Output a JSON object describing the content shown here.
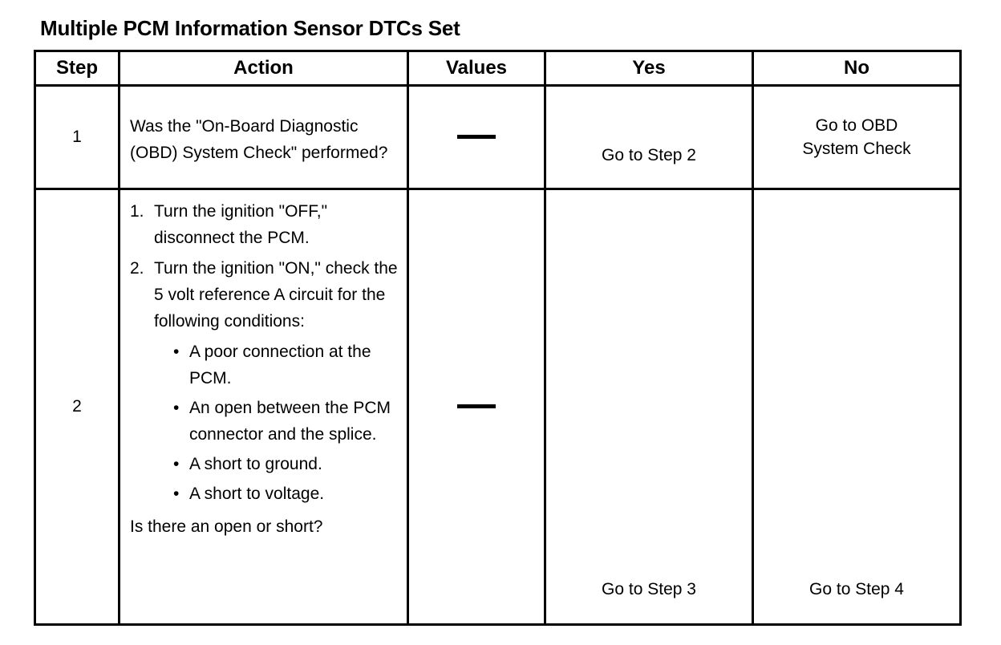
{
  "document": {
    "title": "Multiple PCM Information Sensor DTCs Set"
  },
  "table": {
    "columns": [
      "Step",
      "Action",
      "Values",
      "Yes",
      "No"
    ],
    "rows": [
      {
        "step": "1",
        "action": {
          "text": "Was the \"On-Board Diagnostic (OBD) System Check\" performed?"
        },
        "values": "—",
        "yes": "Go to Step 2",
        "no_line1": "Go to OBD",
        "no_line2": "System Check"
      },
      {
        "step": "2",
        "action": {
          "item1_marker": "1.",
          "item1_text": "Turn the ignition \"OFF,\" disconnect the PCM.",
          "item2_marker": "2.",
          "item2_text": "Turn the ignition \"ON,\" check the 5 volt reference A circuit for the following conditions:",
          "bullet_marker": "•",
          "bullets": [
            "A poor connection at the PCM.",
            "An open between the PCM connector and the splice.",
            "A short to ground.",
            "A short to voltage."
          ],
          "question": "Is there an open or short?"
        },
        "values": "—",
        "yes": "Go to Step 3",
        "no": "Go to Step 4"
      }
    ]
  },
  "colors": {
    "ink": "#000000",
    "paper": "#ffffff"
  }
}
